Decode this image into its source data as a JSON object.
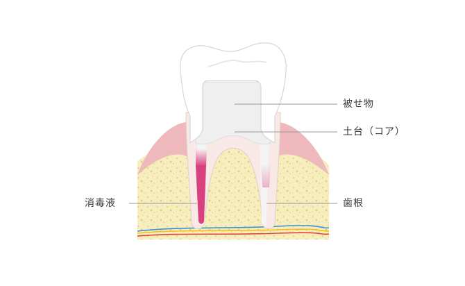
{
  "labels": {
    "crown": "被せ物",
    "core": "土台（コア）",
    "disinfectant": "消毒液",
    "root": "歯根"
  },
  "colors": {
    "enamel": "#ffffff",
    "crown_outline": "#d6d6d6",
    "core": "#f1f1f1",
    "root": "#f8e9e6",
    "gum": "#efb8bd",
    "bone": "#f6eebf",
    "bone_speckle": "#e6d78c",
    "disinfectant": "#d8407e",
    "leader_line": "#9a9a9a",
    "nerve_red": "#e2433c",
    "nerve_yellow": "#f2c21c",
    "nerve_blue": "#3f8fd6"
  },
  "icons": [
    "tooth-cross-section-illustration"
  ]
}
